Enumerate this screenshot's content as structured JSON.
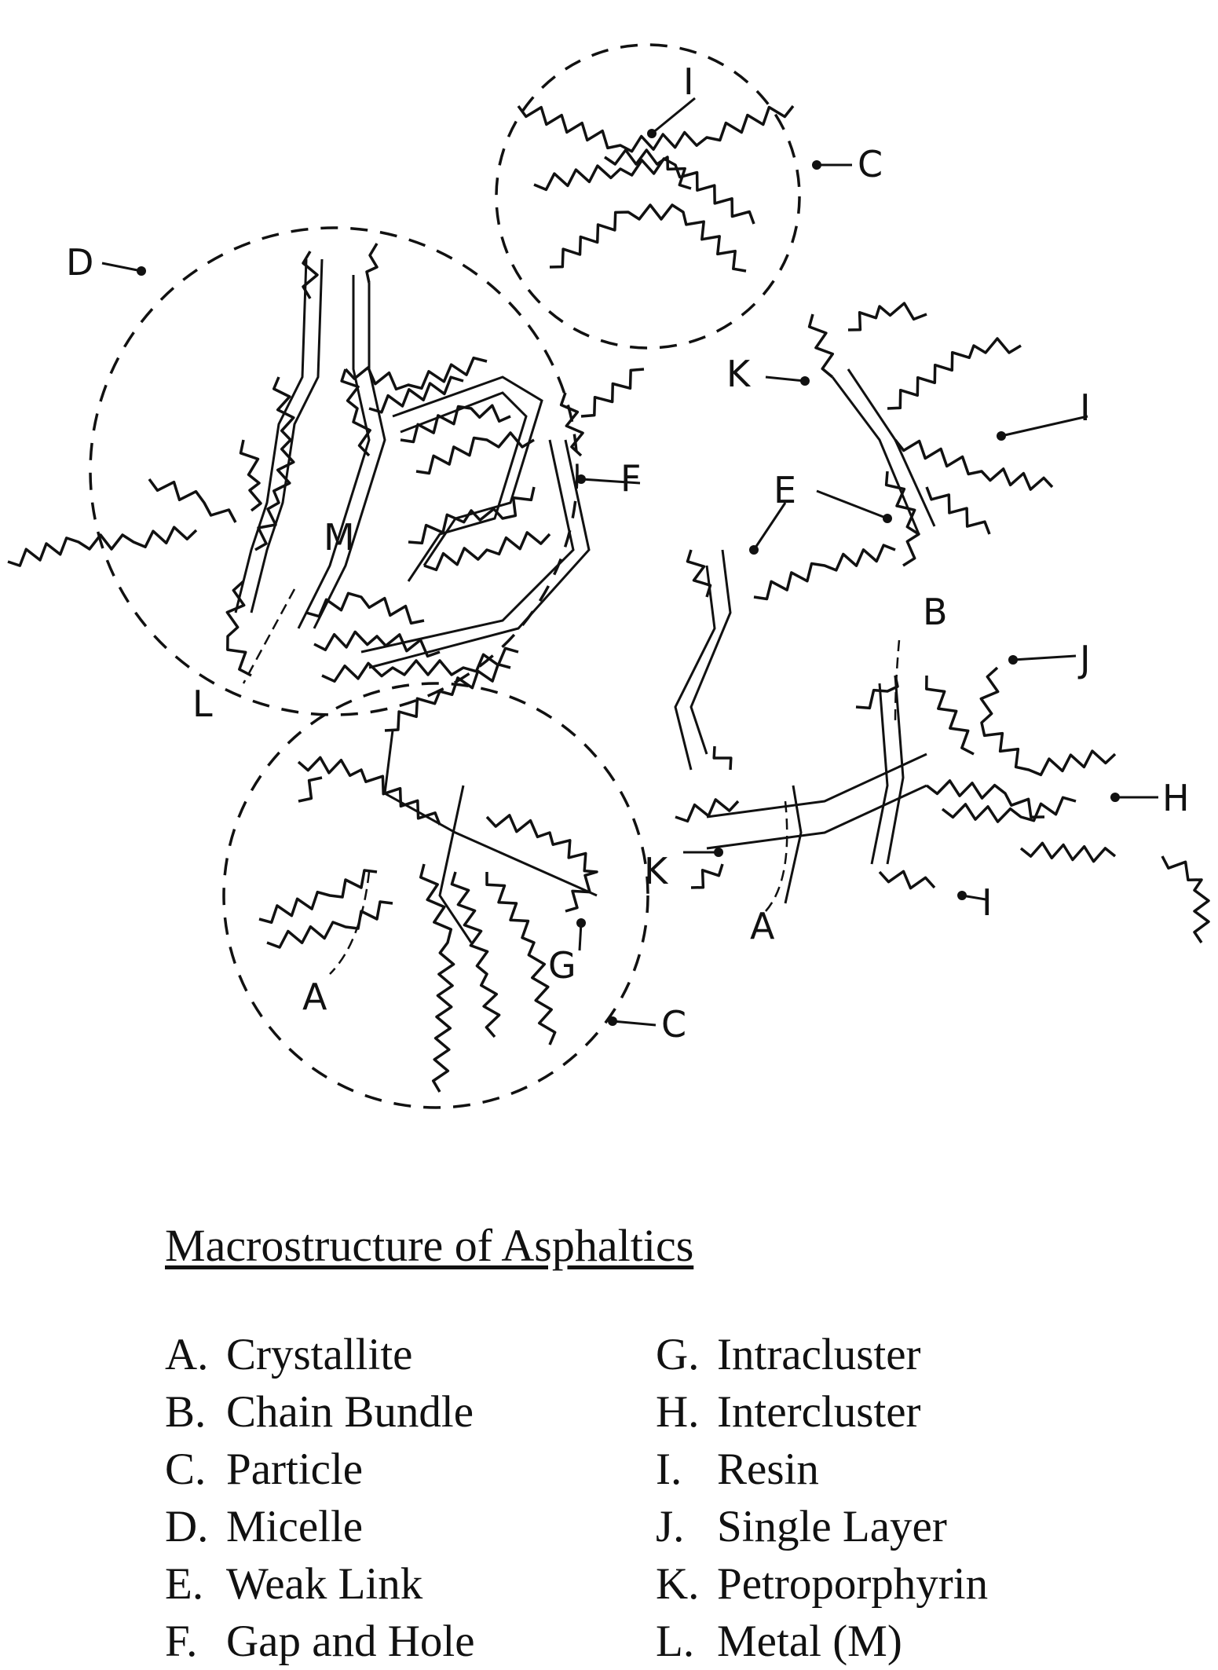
{
  "caption": "Macrostructure of Asphaltics",
  "labels": {
    "C1": "C",
    "C2": "C",
    "D": "D",
    "F": "F",
    "K1": "K",
    "K2": "K",
    "I1": "I",
    "I2": "I",
    "I3": "I",
    "E": "E",
    "B": "B",
    "J": "J",
    "H": "H",
    "A1": "A",
    "A2": "A",
    "G": "G",
    "L": "L",
    "M": "M"
  },
  "legend": {
    "left": [
      {
        "key": "A.",
        "text": "Crystallite"
      },
      {
        "key": "B.",
        "text": "Chain Bundle"
      },
      {
        "key": "C.",
        "text": "Particle"
      },
      {
        "key": "D.",
        "text": "Micelle"
      },
      {
        "key": "E.",
        "text": "Weak Link"
      },
      {
        "key": "F.",
        "text": "Gap and Hole"
      }
    ],
    "right": [
      {
        "key": "G.",
        "text": "Intracluster"
      },
      {
        "key": "H.",
        "text": "Intercluster"
      },
      {
        "key": "I.",
        "text": "Resin"
      },
      {
        "key": "J.",
        "text": "Single Layer"
      },
      {
        "key": "K.",
        "text": "Petroporphyrin"
      },
      {
        "key": "L.",
        "text": "Metal (M)"
      }
    ]
  }
}
